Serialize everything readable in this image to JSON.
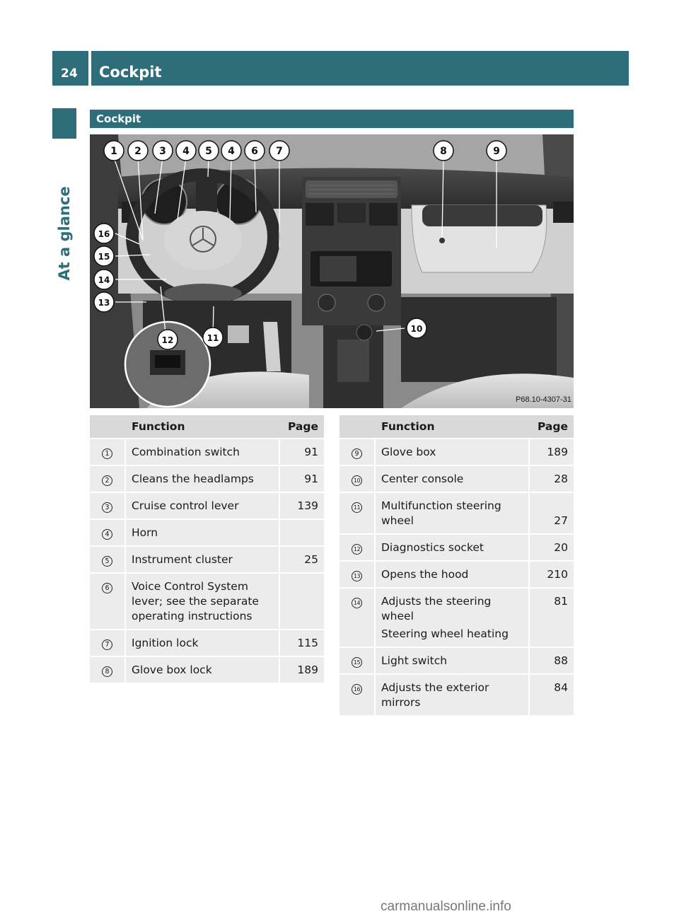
{
  "header": {
    "page_number": "24",
    "title": "Cockpit"
  },
  "side_tab": "At a glance",
  "section_title": "Cockpit",
  "photo": {
    "callouts": [
      "1",
      "2",
      "3",
      "4",
      "5",
      "4",
      "6",
      "7",
      "8",
      "9",
      "10",
      "11",
      "12",
      "13",
      "14",
      "15",
      "16"
    ],
    "image_code": "P68.10-4307-31",
    "dashboard_colors": {
      "interior_dark": "#3b3b3b",
      "interior_light": "#d8d8d8",
      "seat": "#cfcfcf"
    }
  },
  "table_left": {
    "headers": {
      "num": "",
      "function": "Function",
      "page": "Page"
    },
    "rows": [
      {
        "num": "1",
        "function": "Combination switch",
        "page": "91"
      },
      {
        "num": "2",
        "function": "Cleans the headlamps",
        "page": "91"
      },
      {
        "num": "3",
        "function": "Cruise control lever",
        "page": "139"
      },
      {
        "num": "4",
        "function": "Horn",
        "page": ""
      },
      {
        "num": "5",
        "function": "Instrument cluster",
        "page": "25"
      },
      {
        "num": "6",
        "function": "Voice Control System lever; see the separate operating instructions",
        "page": ""
      },
      {
        "num": "7",
        "function": "Ignition lock",
        "page": "115"
      },
      {
        "num": "8",
        "function": "Glove box lock",
        "page": "189"
      }
    ]
  },
  "table_right": {
    "headers": {
      "num": "",
      "function": "Function",
      "page": "Page"
    },
    "rows": [
      {
        "num": "9",
        "function": "Glove box",
        "page": "189"
      },
      {
        "num": "10",
        "function": "Center console",
        "page": "28"
      },
      {
        "num": "11",
        "function": "Multifunction steering wheel",
        "page": "27"
      },
      {
        "num": "12",
        "function": "Diagnostics socket",
        "page": "20"
      },
      {
        "num": "13",
        "function": "Opens the hood",
        "page": "210"
      },
      {
        "num": "14",
        "function": "Adjusts the steering wheel",
        "function_2": "Steering wheel heating",
        "page": "81"
      },
      {
        "num": "15",
        "function": "Light switch",
        "page": "88"
      },
      {
        "num": "16",
        "function": "Adjusts the exterior mirrors",
        "page": "84"
      }
    ]
  },
  "watermark": "carmanualsonline.info",
  "colors": {
    "accent": "#2e6e7a",
    "header_cell": "#d9d9d9",
    "body_cell": "#ececec"
  }
}
